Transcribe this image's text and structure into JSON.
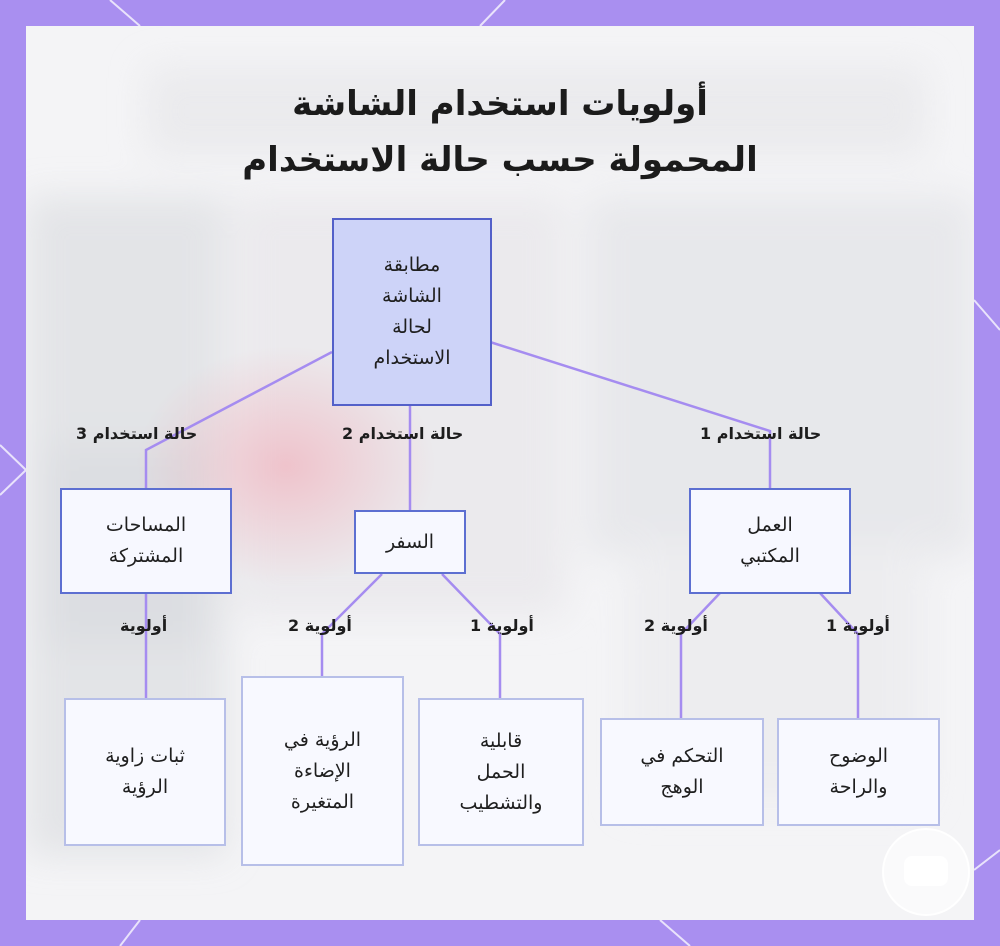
{
  "title": {
    "line1": "أولويات استخدام الشاشة",
    "line2": "المحمولة حسب حالة الاستخدام"
  },
  "nodes": {
    "root": "مطابقة\nالشاشة\nلحالة\nالاستخدام",
    "office": "العمل\nالمكتبي",
    "travel": "السفر",
    "shared": "المساحات\nالمشتركة",
    "clarity": "الوضوح\nوالراحة",
    "glare": "التحكم في\nالوهج",
    "portability": "قابلية\nالحمل\nوالتشطيب",
    "lighting": "الرؤية في\nالإضاءة\nالمتغيرة",
    "angle": "ثبات زاوية\nالرؤية"
  },
  "edge_labels": {
    "use_case_1": "حالة استخدام 1",
    "use_case_2": "حالة استخدام 2",
    "use_case_3": "حالة استخدام 3",
    "office_priority_1": "أولوية 1",
    "office_priority_2": "أولوية 2",
    "travel_priority_1": "أولوية 1",
    "travel_priority_2": "أولوية 2",
    "shared_priority": "أولوية"
  },
  "colors": {
    "frame": "#a98ff0",
    "edge": "#a58cf0",
    "node_border": "#5d6fd1",
    "root_fill": "#cdd3f8"
  }
}
